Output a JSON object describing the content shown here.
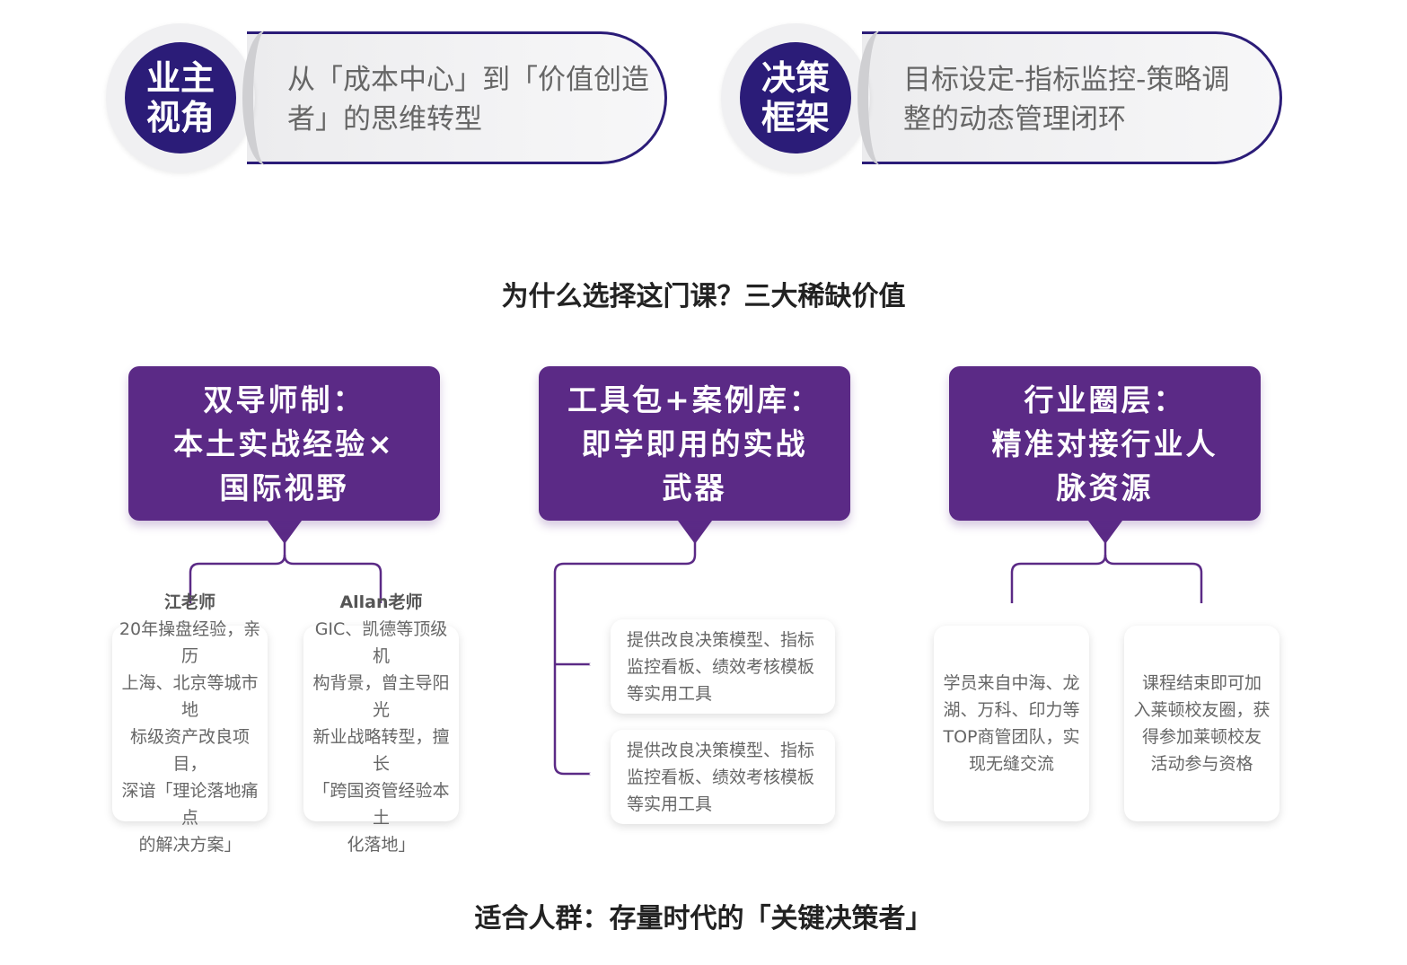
{
  "top": [
    {
      "badge": [
        "业主",
        "视角"
      ],
      "text": [
        "从「成本中心」到「价值创造",
        "者」的思维转型"
      ]
    },
    {
      "badge": [
        "决策",
        "框架"
      ],
      "text": [
        "目标设定-指标监控-策略调",
        "整的动态管理闭环"
      ]
    }
  ],
  "section_title": "为什么选择这门课？三大稀缺价值",
  "columns": [
    {
      "header": [
        "双导师制：",
        "本土实战经验×",
        "国际视野"
      ],
      "cards": [
        {
          "name": "江老师",
          "lines": [
            "20年操盘经验，亲历",
            "上海、北京等城市地",
            "标级资产改良项目，",
            "深谙「理论落地痛点",
            "的解决方案」"
          ]
        },
        {
          "name": "Allan老师",
          "lines": [
            "GIC、凯德等顶级机",
            "构背景，曾主导阳光",
            "新业战略转型，擅长",
            "「跨国资管经验本土",
            "化落地」"
          ]
        }
      ]
    },
    {
      "header": [
        "工具包+案例库：",
        "即学即用的实战",
        "武器"
      ],
      "cards": [
        {
          "lines": [
            "提供改良决策模型、指标",
            "监控看板、绩效考核模板",
            "等实用工具"
          ]
        },
        {
          "lines": [
            "提供改良决策模型、指标",
            "监控看板、绩效考核模板",
            "等实用工具"
          ]
        }
      ]
    },
    {
      "header": [
        "行业圈层：",
        "精准对接行业人",
        "脉资源"
      ],
      "cards": [
        {
          "lines": [
            "学员来自中海、龙",
            "湖、万科、印力等",
            "TOP商管团队，实",
            "现无缝交流"
          ]
        },
        {
          "lines": [
            "课程结束即可加",
            "入莱顿校友圈，获",
            "得参加莱顿校友",
            "活动参与资格"
          ]
        }
      ]
    }
  ],
  "footer_title": "适合人群：存量时代的「关键决策者」",
  "colors": {
    "navy": "#2b1c78",
    "purple": "#5b2a86"
  }
}
